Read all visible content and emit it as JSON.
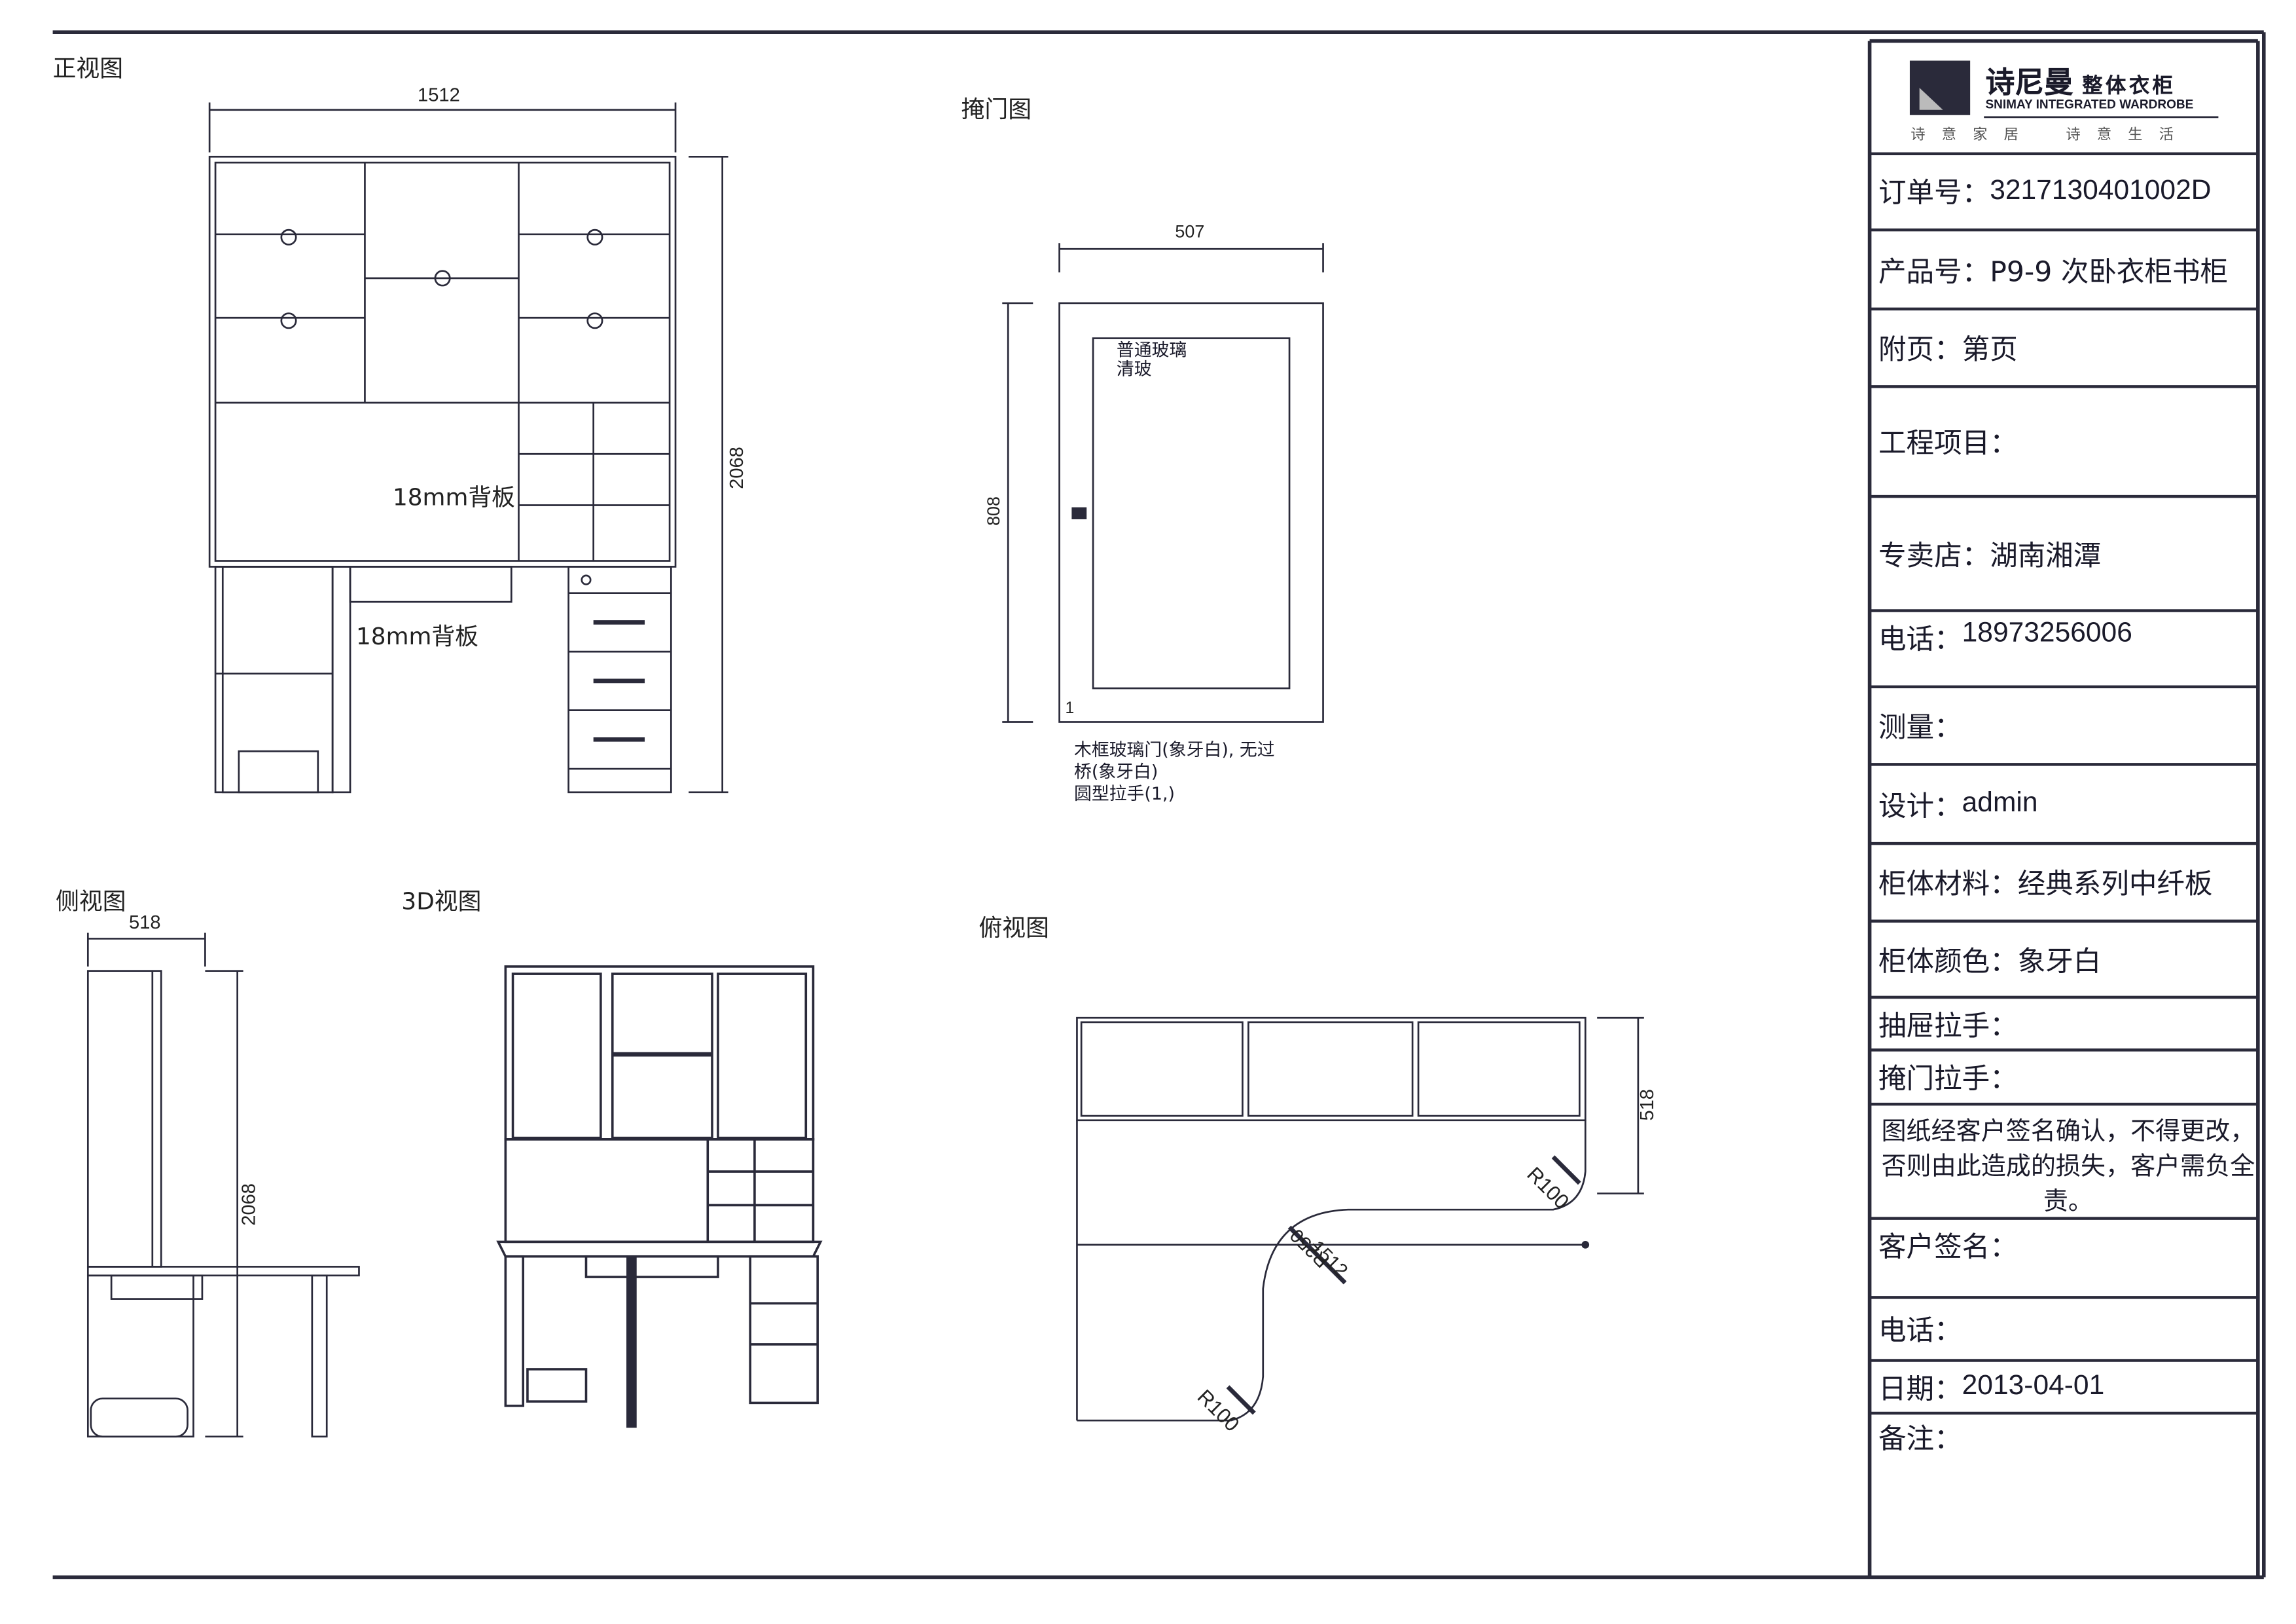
{
  "views": {
    "front": {
      "title": "正视图",
      "width": "1512",
      "height": "2068",
      "back_panel_upper": "18mm背板",
      "back_panel_lower": "18mm背板"
    },
    "door": {
      "title": "掩门图",
      "width": "507",
      "height": "808",
      "glass_type": "普通玻璃",
      "glass_sub": "清玻",
      "door_number": "1",
      "desc_line1": "木框玻璃门(象牙白), 无过",
      "desc_line2": "桥(象牙白)",
      "desc_line3": "圆型拉手(1,)"
    },
    "side": {
      "title": "侧视图",
      "depth": "518",
      "height": "2068"
    },
    "three_d": {
      "title": "3D视图"
    },
    "top": {
      "title": "俯视图",
      "depth": "518",
      "radius_1": "R100",
      "radius_2": "R100",
      "radius_3": "R250",
      "length": "1512"
    }
  },
  "title_block": {
    "logo": {
      "brand_cn": "诗尼曼",
      "brand_suffix": "整体衣柜",
      "brand_en": "SNIMAY INTEGRATED WARDROBE",
      "slogan": "诗 意 家 居 　 诗 意 生 活"
    },
    "order_label": "订单号：",
    "order_value": "3217130401002D",
    "product_label": "产品号：",
    "product_value": "P9-9 次卧衣柜书柜",
    "page_label": "附页：",
    "page_value": "第页",
    "project_label": "工程项目：",
    "store_label": "专卖店：",
    "store_value": "湖南湘潭",
    "phone_label": "电话：",
    "phone_value": "18973256006",
    "measure_label": "测量：",
    "design_label": "设计：",
    "design_value": "admin",
    "material_label": "柜体材料：",
    "material_value": "经典系列中纤板",
    "color_label": "柜体颜色：",
    "color_value": "象牙白",
    "drawer_handle_label": "抽屉拉手：",
    "door_handle_label": "掩门拉手：",
    "confirm_note": "图纸经客户签名确认，不得更改，否则由此造成的损失，客户需负全责。",
    "signature_label": "客户签名：",
    "customer_phone_label": "电话：",
    "date_label": "日期：",
    "date_value": "2013-04-01",
    "remarks_label": "备注："
  },
  "colors": {
    "ink": "#1a1a2a",
    "paper": "#ffffff"
  }
}
